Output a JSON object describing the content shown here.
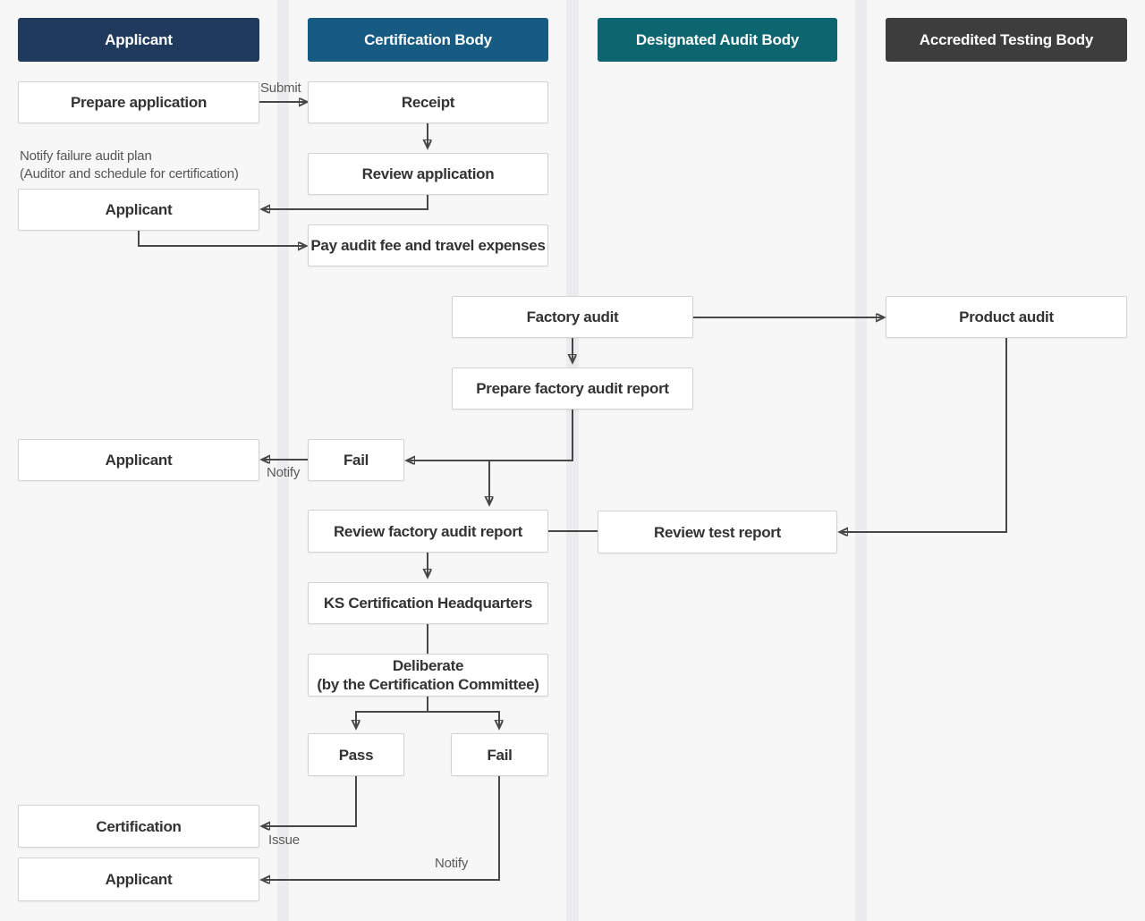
{
  "columns": [
    {
      "label": "Applicant",
      "color": "#1f3a5c"
    },
    {
      "label": "Certification Body",
      "color": "#175a82"
    },
    {
      "label": "Designated Audit Body",
      "color": "#0d6570"
    },
    {
      "label": "Accredited Testing Body",
      "color": "#3d3d3d"
    }
  ],
  "nodes": {
    "prepare_application": "Prepare application",
    "receipt": "Receipt",
    "review_application": "Review application",
    "applicant_audit_plan": "Applicant",
    "pay_audit_fee": "Pay audit fee and travel expenses",
    "factory_audit": "Factory audit",
    "product_audit": "Product audit",
    "prepare_factory_audit_report": "Prepare factory audit report",
    "fail_factory": "Fail",
    "applicant_factory_fail": "Applicant",
    "review_factory_audit_report": "Review factory audit report",
    "review_test_report": "Review test report",
    "ks_certification_headquarters": "KS Certification Headquarters",
    "deliberate": {
      "line1": "Deliberate",
      "line2": "(by the Certification Committee)"
    },
    "pass": "Pass",
    "fail_committee": "Fail",
    "certification": "Certification",
    "applicant_final": "Applicant"
  },
  "edge_labels": {
    "submit": "Submit",
    "notify_factory_fail": "Notify",
    "issue": "Issue",
    "notify_committee_fail": "Notify"
  },
  "note": {
    "line1": "Notify failure audit plan",
    "line2": "(Auditor and schedule for certification)"
  },
  "colors": {
    "lane_background": "#f7f7f8",
    "page_background": "#ececee",
    "arrow": "#474747",
    "box_background": "#ffffff",
    "box_border": "#d3d3d5",
    "box_text": "#333333",
    "label_text": "#5a5a5a"
  }
}
